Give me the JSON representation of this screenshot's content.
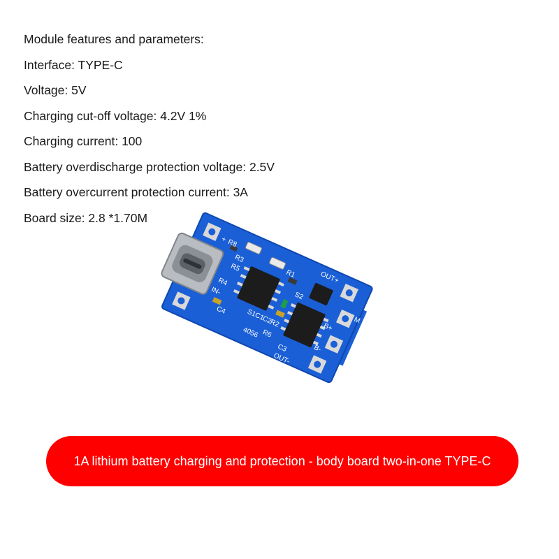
{
  "features": {
    "heading": "Module features and parameters:",
    "lines": [
      "Interface: TYPE-C",
      "Voltage: 5V",
      "Charging cut-off voltage: 4.2V 1%",
      "Charging current: 100",
      "Battery overdischarge protection voltage: 2.5V",
      "Battery overcurrent protection current: 3A",
      "Board size: 2.8 *1.70M"
    ]
  },
  "board": {
    "icon": "charging-module-pcb-photo",
    "silkscreen": {
      "plus": "+",
      "r8": "R8",
      "r3": "R3",
      "r5": "R5",
      "r4": "R4",
      "r6": "R6",
      "r1": "R1",
      "r2": "R2",
      "c1": "C1",
      "c2": "C2",
      "c3": "C3",
      "c4": "C4",
      "s1": "S1",
      "s2": "S2",
      "out_plus": "OUT+",
      "out_minus": "OUT-",
      "b_plus": "B+",
      "b_minus": "B-",
      "in_minus": "IN-",
      "chip": "4056",
      "m": "M"
    },
    "colors": {
      "pcb": "#1a5fd6",
      "pcb_dark": "#0f47b0",
      "silkscreen": "#ffffff",
      "chip": "#1c1c1c",
      "pad": "#d9d9d9",
      "connector": "#b9bdc2"
    }
  },
  "banner": {
    "text": "1A lithium battery charging and protection - body board two-in-one TYPE-C",
    "color": "#ff0000"
  }
}
